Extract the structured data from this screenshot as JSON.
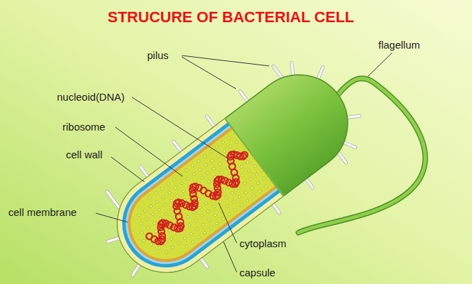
{
  "diagram": {
    "title": "STRUCURE OF BACTERIAL CELL",
    "labels": [
      "pilus",
      "flagellum",
      "nucleoid(DNA)",
      "ribosome",
      "cell wall",
      "cell membrane",
      "cytoplasm",
      "capsule"
    ]
  }
}
